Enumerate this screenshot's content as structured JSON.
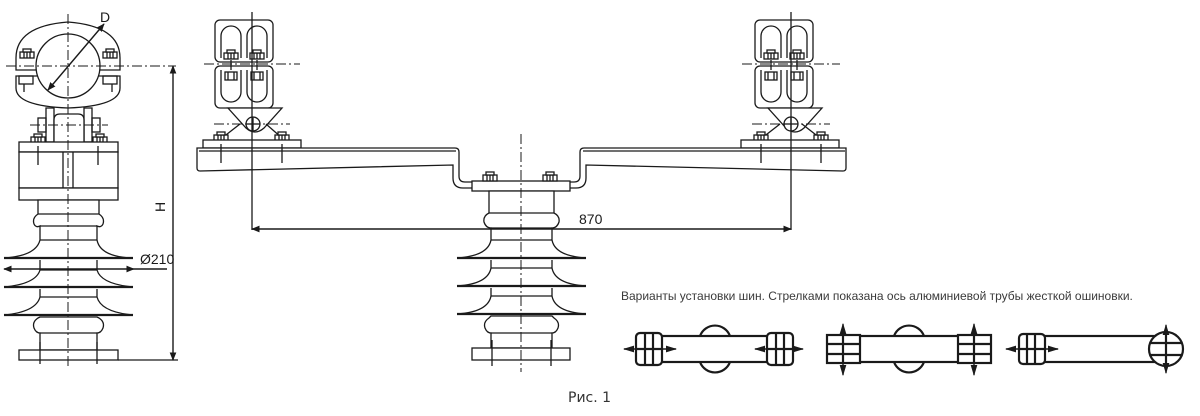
{
  "figure": {
    "label": "Рис. 1",
    "caption": "Варианты установки шин. Стрелками показана ось алюминиевой трубы жесткой ошиновки."
  },
  "dimensions": {
    "clamp_diameter": "D",
    "height": "H",
    "shed_diameter": "Ø210",
    "span": "870"
  },
  "views": {
    "side_view": "insulator-with-tube-clamp",
    "front_view": "insulator-with-bus-bracket-and-two-clamps"
  },
  "variants": [
    {
      "name": "variant-1",
      "arrows": "horizontal-both-ends"
    },
    {
      "name": "variant-2",
      "arrows": "vertical-both-ends"
    },
    {
      "name": "variant-3",
      "arrows": "horizontal-left-vertical-right"
    }
  ],
  "colors": {
    "line": "#1a1a1a",
    "text": "#3a3a3a",
    "background": "#ffffff"
  }
}
